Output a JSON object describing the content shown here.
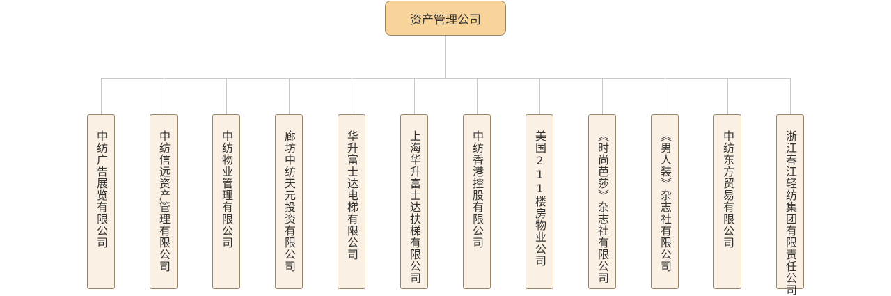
{
  "root": {
    "label": "资产管理公司"
  },
  "children": [
    {
      "label": "中纺广告展览有限公司"
    },
    {
      "label": "中纺信远资产管理有限公司"
    },
    {
      "label": "中纺物业管理有限公司"
    },
    {
      "label": "廊坊中纺天元投资有限公司"
    },
    {
      "label": "华升富士达电梯有限公司"
    },
    {
      "label": "上海华升富士达扶梯有限公司"
    },
    {
      "label": "中纺香港控股有限公司"
    },
    {
      "label": "美国211楼房物业公司"
    },
    {
      "label": "《时尚芭莎》杂志社有限公司"
    },
    {
      "label": "《男人装》杂志社有限公司"
    },
    {
      "label": "中纺东方贸易有限公司"
    },
    {
      "label": "浙江春江轻纺集团有限责任公司"
    }
  ],
  "colors": {
    "root_fill": "#f8d49b",
    "child_fill": "#faf0e3",
    "border": "#9a8566",
    "connector": "#c9c9c9",
    "text": "#333333"
  }
}
